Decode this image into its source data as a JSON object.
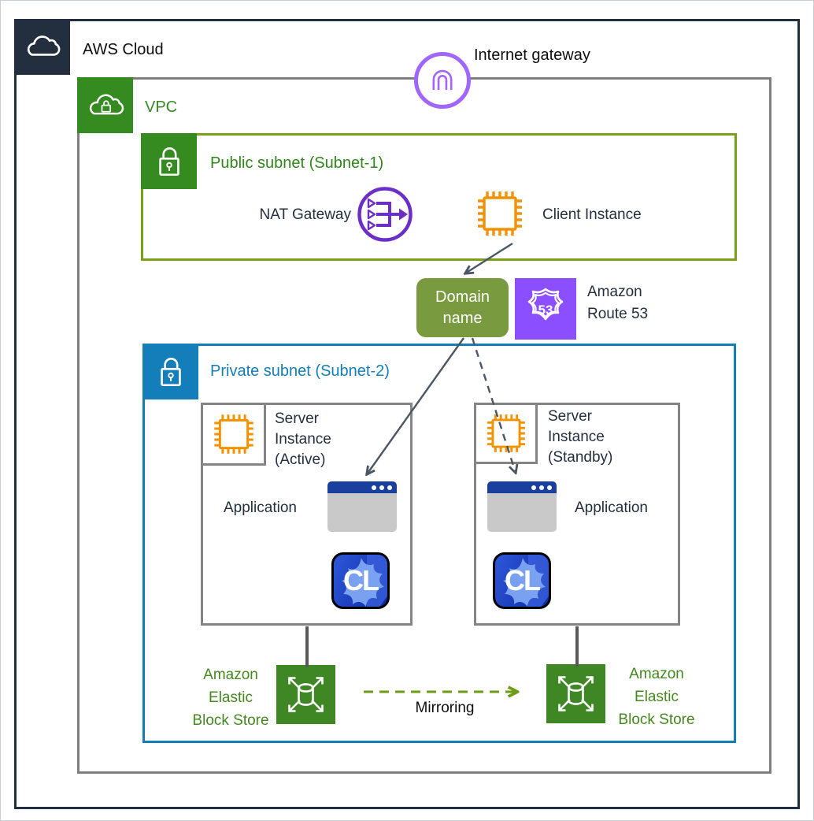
{
  "labels": {
    "aws_cloud": "AWS Cloud",
    "internet_gateway": "Internet gateway",
    "vpc": "VPC",
    "public_subnet": "Public subnet (Subnet-1)",
    "nat_gateway": "NAT Gateway",
    "client_instance": "Client Instance",
    "domain_name": "Domain\nname",
    "route53": "Amazon\nRoute 53",
    "route53_badge": "53",
    "private_subnet": "Private subnet (Subnet-2)",
    "server_active": "Server\nInstance\n(Active)",
    "server_standby": "Server\nInstance\n(Standby)",
    "application_left": "Application",
    "application_right": "Application",
    "cl_logo_left": "CL",
    "cl_logo_right": "CL",
    "ebs_left": "Amazon\nElastic\nBlock Store",
    "ebs_right": "Amazon\nElastic\nBlock Store",
    "mirroring": "Mirroring"
  },
  "colors": {
    "aws_dark": "#232F3E",
    "vpc_border_gray": "#7F7F7F",
    "group_green": "#358A20",
    "subnet_olive": "#7AA116",
    "subnet_blue": "#147EBA",
    "domain_fill": "#7A9A3F",
    "route53_purple": "#8C4FFF",
    "internet_gateway_purple": "#A166FF",
    "nat_gateway_purple": "#6B2EC9",
    "instance_orange": "#F19200",
    "ebs_green": "#3F8624",
    "arrow_slate": "#4A5763",
    "connector_gray": "#595959",
    "mirroring_olive": "#6E9B15",
    "app_titlebar_blue": "#1B3F9E"
  }
}
